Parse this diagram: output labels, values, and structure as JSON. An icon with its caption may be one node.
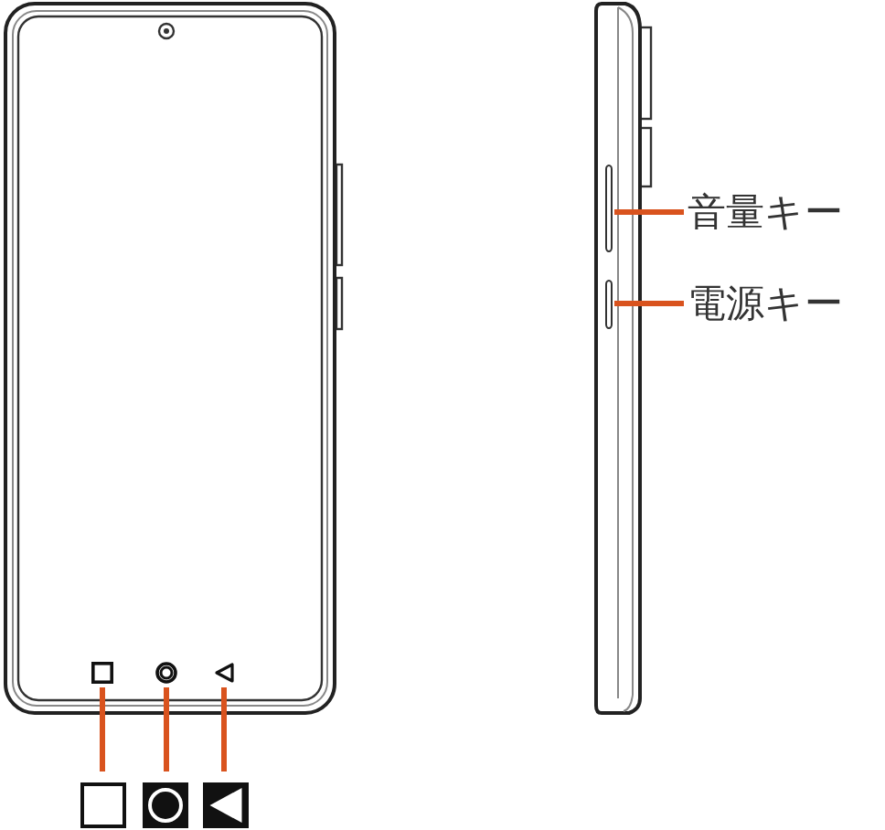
{
  "diagram": {
    "nodes": [
      {
        "text": [],
        "shape": "box"
      },
      {
        "text": [],
        "shape": "circle"
      },
      {
        "text": [],
        "shape": "triangle"
      },
      {
        "text": [],
        "shape": "box"
      },
      {
        "text": [],
        "shape": "box"
      },
      {
        "text": [],
        "shape": "box"
      },
      {
        "text": [],
        "shape": "bar"
      },
      {
        "text": [],
        "shape": "bar"
      },
      {
        "text": [
          "音量キー"
        ]
      },
      {
        "text": [
          "電源キー"
        ]
      }
    ],
    "edges": [
      {
        "from": 0,
        "to": 3,
        "arrow": "none"
      },
      {
        "from": 1,
        "to": 4,
        "arrow": "none"
      },
      {
        "from": 2,
        "to": 5,
        "arrow": "none"
      },
      {
        "from": 8,
        "to": 6,
        "arrow": "none"
      },
      {
        "from": 9,
        "to": 7,
        "arrow": "none"
      }
    ]
  }
}
